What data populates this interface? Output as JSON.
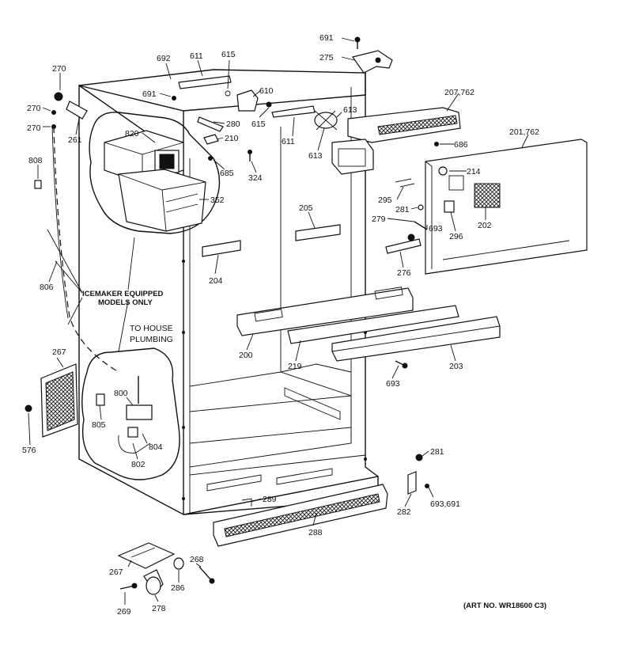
{
  "labels": [
    {
      "id": "p691a",
      "text": "691"
    },
    {
      "id": "p275",
      "text": "275"
    },
    {
      "id": "p270a",
      "text": "270"
    },
    {
      "id": "p270b",
      "text": "270"
    },
    {
      "id": "p270c",
      "text": "270"
    },
    {
      "id": "p692",
      "text": "692"
    },
    {
      "id": "p611a",
      "text": "611"
    },
    {
      "id": "p615a",
      "text": "615"
    },
    {
      "id": "p691b",
      "text": "691"
    },
    {
      "id": "p610",
      "text": "610"
    },
    {
      "id": "p615b",
      "text": "615"
    },
    {
      "id": "p613a",
      "text": "613"
    },
    {
      "id": "p207",
      "text": "207,762"
    },
    {
      "id": "p261",
      "text": "261"
    },
    {
      "id": "p820",
      "text": "820"
    },
    {
      "id": "p280",
      "text": "280"
    },
    {
      "id": "p210",
      "text": "210"
    },
    {
      "id": "p611b",
      "text": "611"
    },
    {
      "id": "p613b",
      "text": "613"
    },
    {
      "id": "p686",
      "text": "686"
    },
    {
      "id": "p201",
      "text": "201,762"
    },
    {
      "id": "p808",
      "text": "808"
    },
    {
      "id": "p685",
      "text": "685"
    },
    {
      "id": "p324",
      "text": "324"
    },
    {
      "id": "p214",
      "text": "214"
    },
    {
      "id": "p352",
      "text": "352"
    },
    {
      "id": "p295",
      "text": "295"
    },
    {
      "id": "p205",
      "text": "205"
    },
    {
      "id": "p281a",
      "text": "281"
    },
    {
      "id": "p279",
      "text": "279"
    },
    {
      "id": "p693a",
      "text": "693"
    },
    {
      "id": "p296",
      "text": "296"
    },
    {
      "id": "p202",
      "text": "202"
    },
    {
      "id": "p276",
      "text": "276"
    },
    {
      "id": "p204",
      "text": "204"
    },
    {
      "id": "p806",
      "text": "806"
    },
    {
      "id": "p200",
      "text": "200"
    },
    {
      "id": "p219",
      "text": "219"
    },
    {
      "id": "p203",
      "text": "203"
    },
    {
      "id": "p267a",
      "text": "267"
    },
    {
      "id": "p693b",
      "text": "693"
    },
    {
      "id": "p800",
      "text": "800"
    },
    {
      "id": "p805",
      "text": "805"
    },
    {
      "id": "p804",
      "text": "804"
    },
    {
      "id": "p802",
      "text": "802"
    },
    {
      "id": "p576",
      "text": "576"
    },
    {
      "id": "p281b",
      "text": "281"
    },
    {
      "id": "p289",
      "text": "289"
    },
    {
      "id": "p282",
      "text": "282"
    },
    {
      "id": "p693c",
      "text": "693,691"
    },
    {
      "id": "p288",
      "text": "288"
    },
    {
      "id": "p268",
      "text": "268"
    },
    {
      "id": "p267b",
      "text": "267"
    },
    {
      "id": "p286",
      "text": "286"
    },
    {
      "id": "p269",
      "text": "269"
    },
    {
      "id": "p278",
      "text": "278"
    }
  ],
  "notes": {
    "icemaker_line1": "ICEMAKER EQUIPPED",
    "icemaker_line2": "MODELS ONLY",
    "plumbing_line1": "TO HOUSE",
    "plumbing_line2": "PLUMBING"
  },
  "art_number": "(ART NO. WR18600 C3)"
}
